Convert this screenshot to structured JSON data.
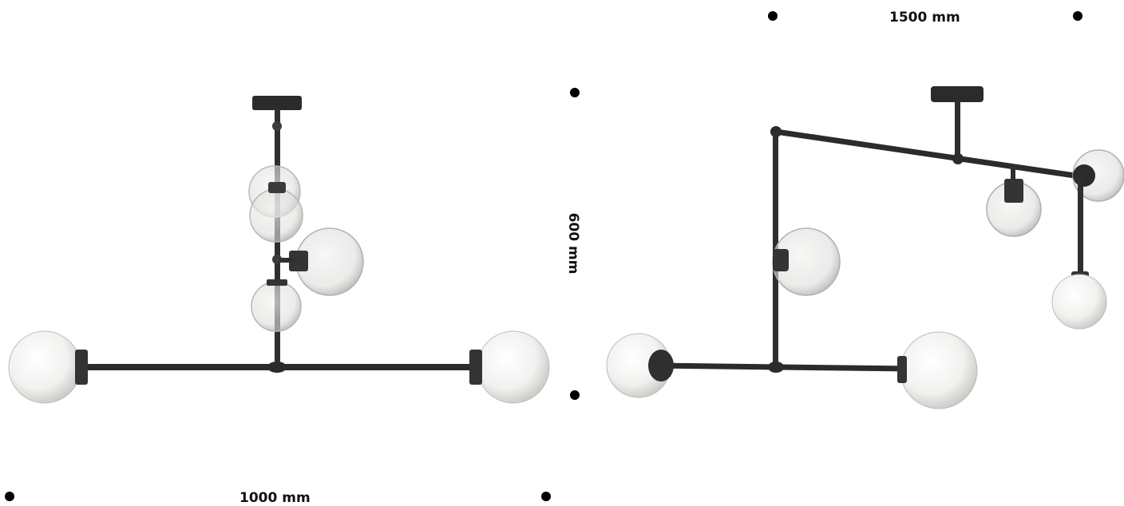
{
  "dimensions": {
    "width_top_right": "1500 mm",
    "width_bottom_left": "1000 mm",
    "height_center": "600 mm"
  },
  "colors": {
    "background": "#ffffff",
    "frame_metal": "#2a2b2c",
    "opal_globe": "#f2f2f0",
    "clear_globe": "#dcdcda",
    "marker": "#000000"
  }
}
